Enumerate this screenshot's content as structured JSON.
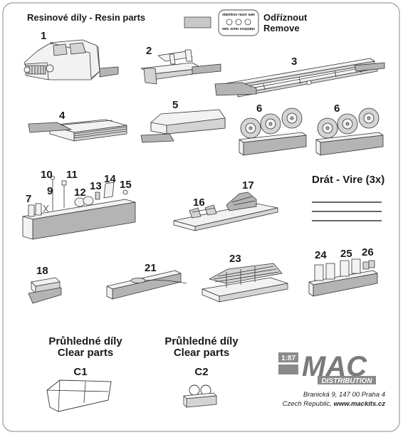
{
  "header": {
    "title": "Resinové díly - Resin parts",
    "legend_top": "Odříznout",
    "legend_bottom": "Remove",
    "saw_text_top": "stainless razor saw",
    "saw_text_bottom": "stainless razor saw"
  },
  "parts": {
    "p1": "1",
    "p2": "2",
    "p3": "3",
    "p4": "4",
    "p5": "5",
    "p6a": "6",
    "p6b": "6",
    "p7": "7",
    "p9": "9",
    "p10": "10",
    "p11": "11",
    "p12": "12",
    "p13": "13",
    "p14": "14",
    "p15": "15",
    "p16": "16",
    "p17": "17",
    "p18": "18",
    "p21": "21",
    "p23": "23",
    "p24": "24",
    "p25": "25",
    "p26": "26"
  },
  "wire": {
    "label": "Drát - Vire (3x)"
  },
  "clear_parts": {
    "cz": "Průhledné díly",
    "en": "Clear parts",
    "c1": "C1",
    "c2": "C2"
  },
  "logo": {
    "scale": "1:87",
    "brand": "MAC",
    "sub": "DISTRIBUTION",
    "address1": "Branická 9, 147 00 Praha 4",
    "address2_prefix": "Czech Republic, ",
    "website": "www.mackits.cz"
  }
}
